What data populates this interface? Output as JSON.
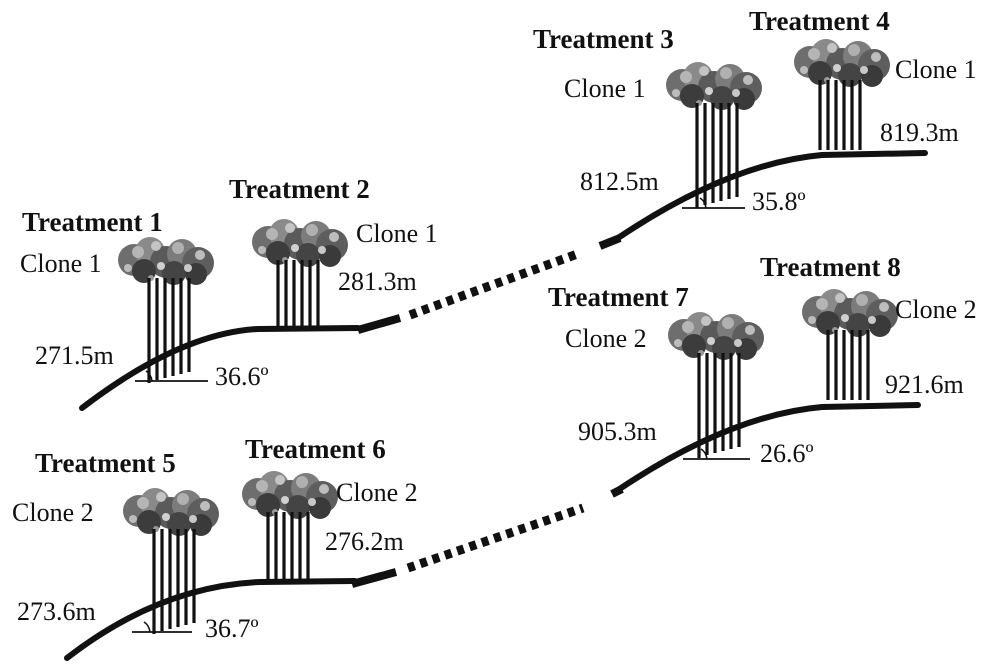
{
  "colors": {
    "ink": "#111111",
    "foliage_dark": "#2b2b2b",
    "foliage_mid": "#6e6e6e",
    "foliage_light": "#b5b5b5"
  },
  "sites": [
    {
      "treatments": [
        {
          "title": "Treatment  1",
          "clone": "Clone 1",
          "elevation": "271.5m"
        },
        {
          "title": "Treatment  2",
          "clone": "Clone 1",
          "elevation": "281.3m"
        }
      ],
      "angle": "36.6º"
    },
    {
      "treatments": [
        {
          "title": "Treatment  3",
          "clone": "Clone 1",
          "elevation": "812.5m"
        },
        {
          "title": "Treatment  4",
          "clone": "Clone 1",
          "elevation": "819.3m"
        }
      ],
      "angle": "35.8º"
    },
    {
      "treatments": [
        {
          "title": "Treatment  5",
          "clone": "Clone 2",
          "elevation": "273.6m"
        },
        {
          "title": "Treatment  6",
          "clone": "Clone 2",
          "elevation": "276.2m"
        }
      ],
      "angle": "36.7º"
    },
    {
      "treatments": [
        {
          "title": "Treatment  7",
          "clone": "Clone 2",
          "elevation": "905.3m"
        },
        {
          "title": "Treatment  8",
          "clone": "Clone 2",
          "elevation": "921.6m"
        }
      ],
      "angle": "26.6º"
    }
  ]
}
